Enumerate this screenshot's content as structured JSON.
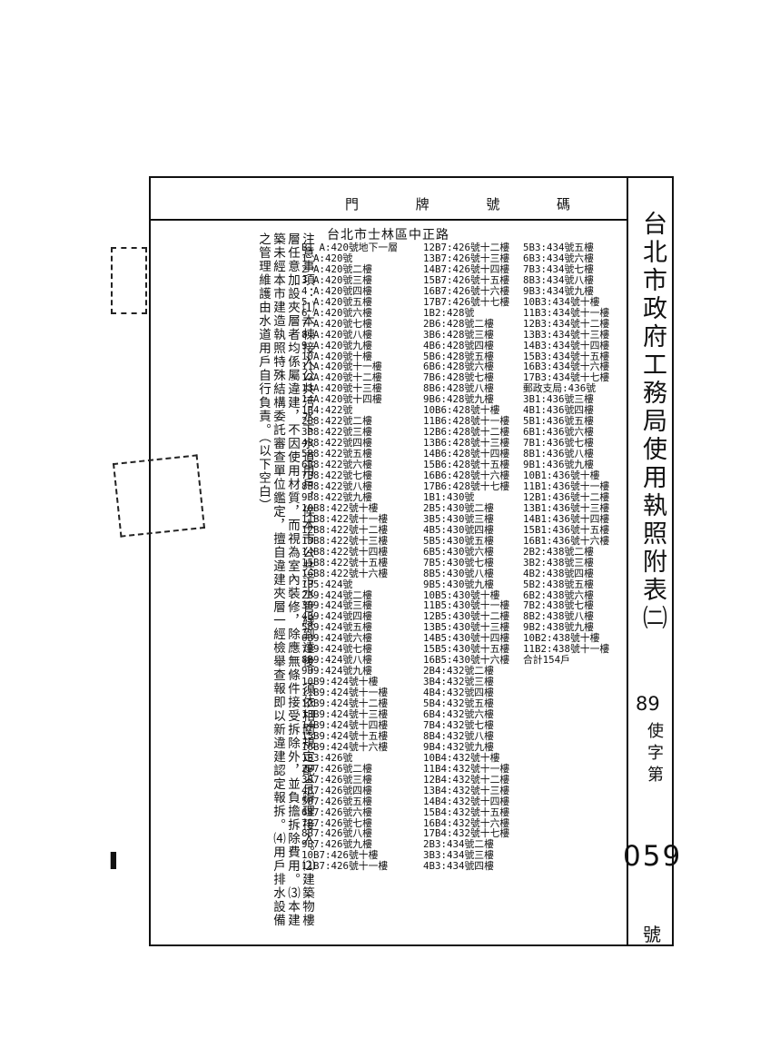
{
  "header": {
    "labels": [
      "門",
      "牌",
      "號",
      "碼"
    ]
  },
  "side": {
    "title": "台北市政府工務局使用執照附表㈡",
    "year": "89",
    "category": "使字第",
    "number": "059",
    "suffix": "號"
  },
  "street": "台北市士林區中正路",
  "notes": "注意事項：⑴本棟接入公共污水下水道用戶，俟本市公共污水管線到達後，須依相關規定配合辦理接入。⑵建築物樓層任意加設夾層者均係屬違建，不因使用材質，而視為室內裝修，除應無條件接受拆除外，並負擔拆除費用。⑶本建築未經本市建造執照特殊結構委託審查單位鑑定，擅自違建夾層一經檢舉查報即以新違建認定報拆。⑷用戶排水設備之管理維護由水道用戶自行負責。（以下空白）",
  "columns": {
    "col1": [
      "B1 A:420號地下一層",
      "1 A:420號",
      "2 A:420號二樓",
      "3 A:420號三樓",
      "4 A:420號四樓",
      "5 A:420號五樓",
      "6 A:420號六樓",
      "7 A:420號七樓",
      "8 A:420號八樓",
      "9 A:420號九樓",
      "10A:420號十樓",
      "11A:420號十一樓",
      "12A:420號十二樓",
      "13A:420號十三樓",
      "14A:420號十四樓",
      "1B4:422號",
      "2B8:422號二樓",
      "3B8:422號三樓",
      "4B8:422號四樓",
      "5B8:422號五樓",
      "6B8:422號六樓",
      "7B8:422號七樓",
      "8B8:422號八樓",
      "9B8:422號九樓",
      "10B8:422號十樓",
      "11B8:422號十一樓",
      "12B8:422號十二樓",
      "13B8:422號十三樓",
      "14B8:422號十四樓",
      "15B8:422號十五樓",
      "16B8:422號十六樓",
      "1B5:424號",
      "2B9:424號二樓",
      "3B9:424號三樓",
      "4B9:424號四樓",
      "5B9:424號五樓",
      "6B9:424號六樓",
      "7B9:424號七樓",
      "8B9:424號八樓",
      "9B9:424號九樓",
      "10B9:424號十樓",
      "11B9:424號十一樓",
      "12B9:424號十二樓",
      "13B9:424號十三樓",
      "14B9:424號十四樓",
      "15B9:424號十五樓",
      "16B9:424號十六樓",
      "1B3:426號",
      "2B7:426號二樓",
      "3B7:426號三樓",
      "4B7:426號四樓",
      "5B7:426號五樓",
      "6B7:426號六樓",
      "7B7:426號七樓",
      "8B7:426號八樓",
      "9B7:426號九樓",
      "10B7:426號十樓",
      "11B7:426號十一樓"
    ],
    "col2": [
      "12B7:426號十二樓",
      "13B7:426號十三樓",
      "14B7:426號十四樓",
      "15B7:426號十五樓",
      "16B7:426號十六樓",
      "17B7:426號十七樓",
      "1B2:428號",
      "2B6:428號二樓",
      "3B6:428號三樓",
      "4B6:428號四樓",
      "5B6:428號五樓",
      "6B6:428號六樓",
      "7B6:428號七樓",
      "8B6:428號八樓",
      "9B6:428號九樓",
      "10B6:428號十樓",
      "11B6:428號十一樓",
      "12B6:428號十二樓",
      "13B6:428號十三樓",
      "14B6:428號十四樓",
      "15B6:428號十五樓",
      "16B6:428號十六樓",
      "17B6:428號十七樓",
      "1B1:430號",
      "2B5:430號二樓",
      "3B5:430號三樓",
      "4B5:430號四樓",
      "5B5:430號五樓",
      "6B5:430號六樓",
      "7B5:430號七樓",
      "8B5:430號八樓",
      "9B5:430號九樓",
      "10B5:430號十樓",
      "11B5:430號十一樓",
      "12B5:430號十二樓",
      "13B5:430號十三樓",
      "14B5:430號十四樓",
      "15B5:430號十五樓",
      "16B5:430號十六樓",
      "2B4:432號二樓",
      "3B4:432號三樓",
      "4B4:432號四樓",
      "5B4:432號五樓",
      "6B4:432號六樓",
      "7B4:432號七樓",
      "8B4:432號八樓",
      "9B4:432號九樓",
      "10B4:432號十樓",
      "11B4:432號十一樓",
      "12B4:432號十二樓",
      "13B4:432號十三樓",
      "14B4:432號十四樓",
      "15B4:432號十五樓",
      "16B4:432號十六樓",
      "17B4:432號十七樓",
      "2B3:434號二樓",
      "3B3:434號三樓",
      "4B3:434號四樓"
    ],
    "col3": [
      "5B3:434號五樓",
      "6B3:434號六樓",
      "7B3:434號七樓",
      "8B3:434號八樓",
      "9B3:434號九樓",
      "10B3:434號十樓",
      "11B3:434號十一樓",
      "12B3:434號十二樓",
      "13B3:434號十三樓",
      "14B3:434號十四樓",
      "15B3:434號十五樓",
      "16B3:434號十六樓",
      "17B3:434號十七樓",
      "郵政支局:436號",
      "3B1:436號三樓",
      "4B1:436號四樓",
      "5B1:436號五樓",
      "6B1:436號六樓",
      "7B1:436號七樓",
      "8B1:436號八樓",
      "9B1:436號九樓",
      "10B1:436號十樓",
      "11B1:436號十一樓",
      "12B1:436號十二樓",
      "13B1:436號十三樓",
      "14B1:436號十四樓",
      "15B1:436號十五樓",
      "16B1:436號十六樓",
      "2B2:438號二樓",
      "3B2:438號三樓",
      "4B2:438號四樓",
      "5B2:438號五樓",
      "6B2:438號六樓",
      "7B2:438號七樓",
      "8B2:438號八樓",
      "9B2:438號九樓",
      "10B2:438號十樓",
      "11B2:438號十一樓",
      "合計154戶"
    ]
  }
}
